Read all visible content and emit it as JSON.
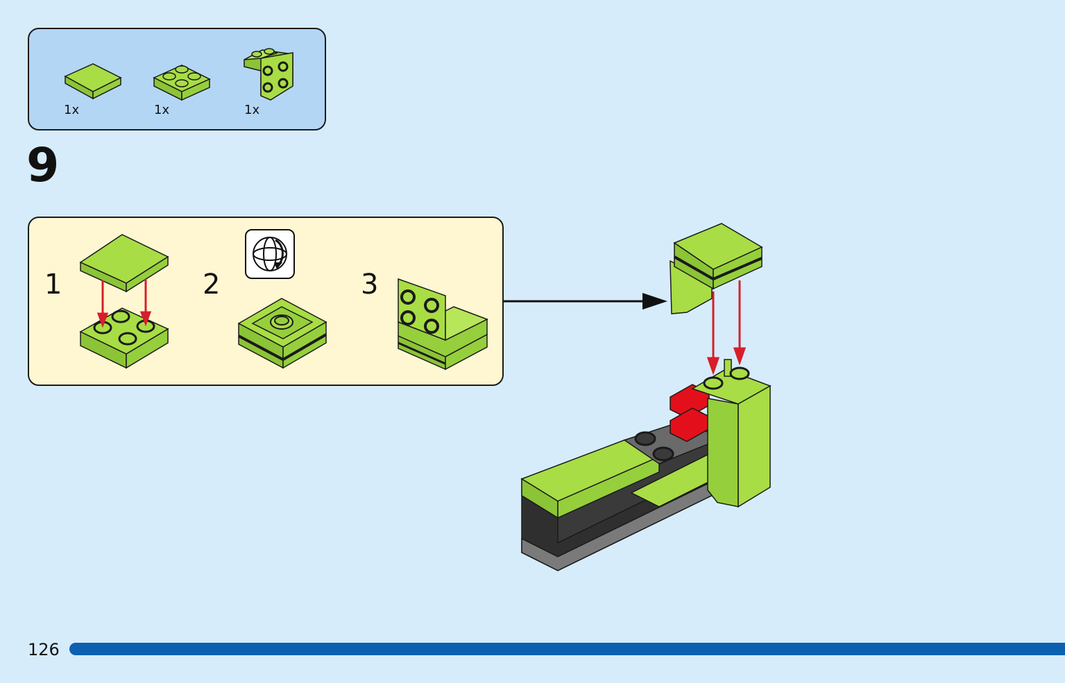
{
  "parts_list": {
    "items": [
      {
        "name": "tile-2x2-lime",
        "quantity": "1x"
      },
      {
        "name": "plate-2x2-lime",
        "quantity": "1x"
      },
      {
        "name": "bracket-2x2-lime",
        "quantity": "1x"
      }
    ]
  },
  "step": {
    "number": "9"
  },
  "substeps": [
    {
      "number": "1"
    },
    {
      "number": "2"
    },
    {
      "number": "3"
    }
  ],
  "icons": {
    "rotate": "rotate-model-icon"
  },
  "colors": {
    "lime": "#a8dd45",
    "outline": "#1a1a1a",
    "arrow_red": "#d61f2b",
    "brick_red": "#e3101b",
    "dark_grey": "#3a3a3a",
    "mid_grey": "#7a7a7a",
    "parts_bg": "#b3d6f5",
    "substep_bg": "#fff7d2",
    "page_bg": "#d6ecfb",
    "progress": "#0b60b0"
  },
  "footer": {
    "page_number": "126"
  }
}
